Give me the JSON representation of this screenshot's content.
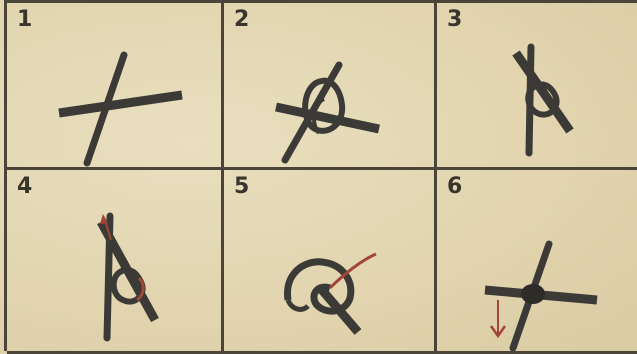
{
  "panels": [
    {
      "number": "1"
    },
    {
      "number": "2"
    },
    {
      "number": "3"
    },
    {
      "number": "4"
    },
    {
      "number": "5"
    },
    {
      "number": "6"
    }
  ],
  "colors": {
    "paper": "#e4d8b4",
    "ink": "#3b3a36",
    "border": "#4b4438",
    "accent_red": "#a0453a"
  }
}
